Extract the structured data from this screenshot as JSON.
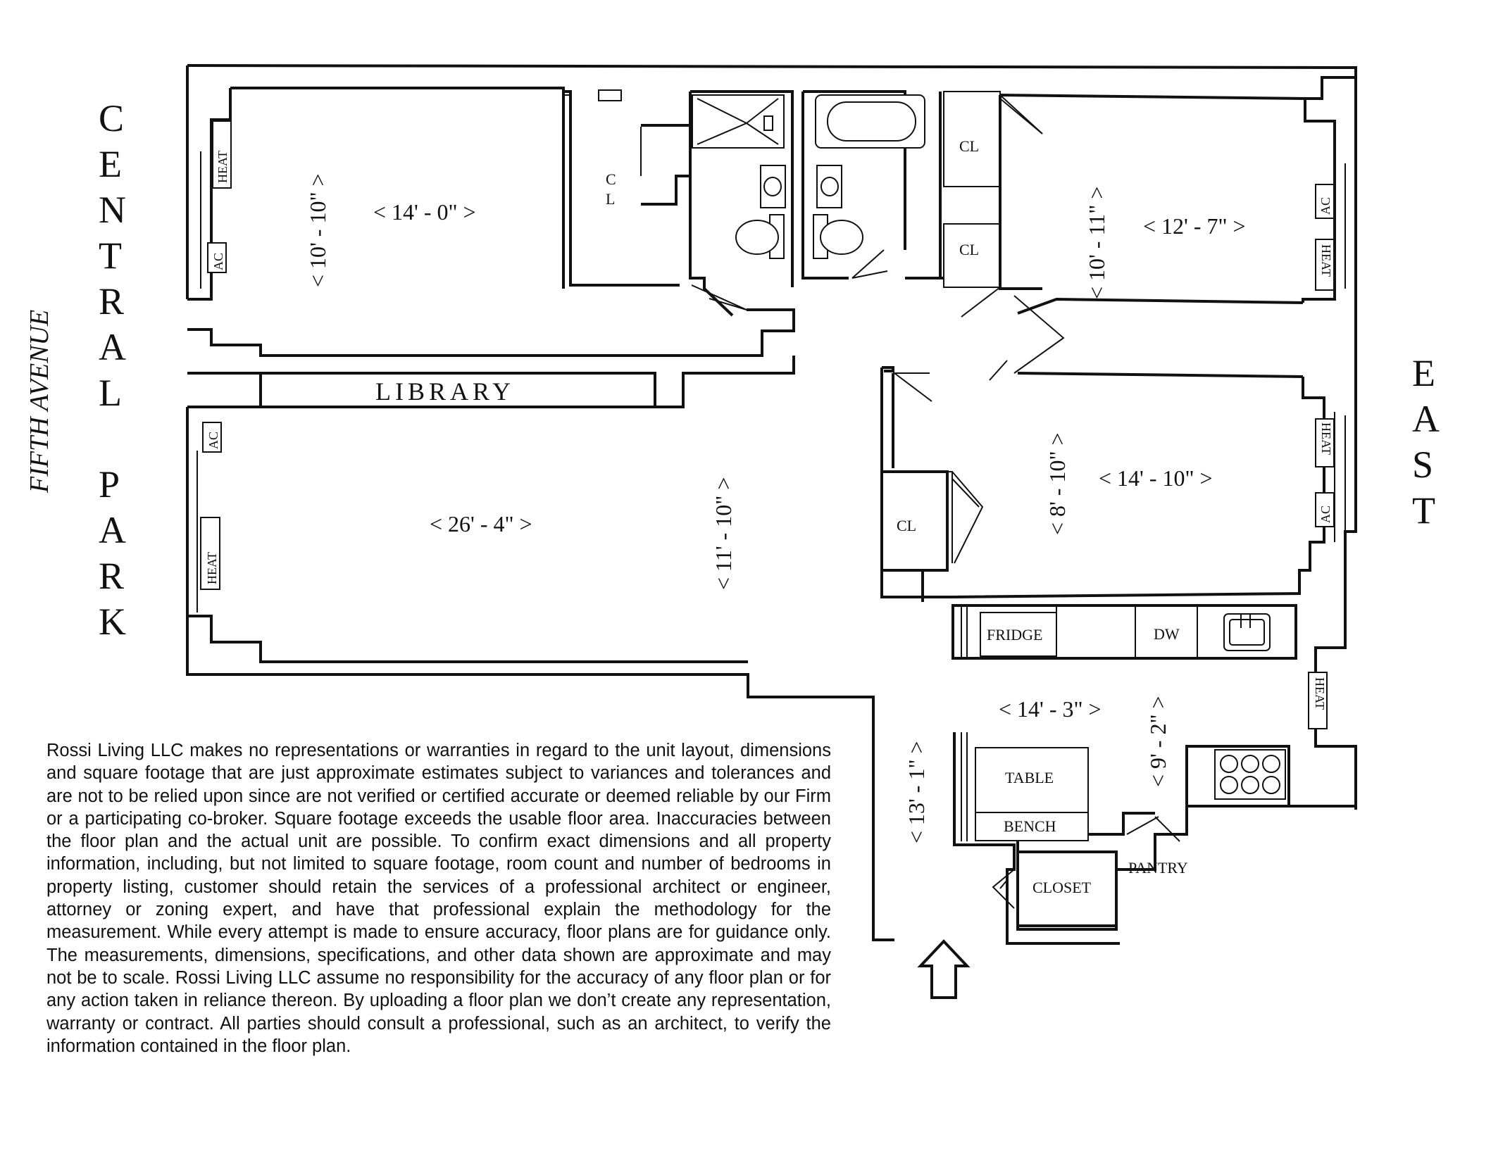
{
  "street": {
    "west_name": "FIFTH AVENUE",
    "west_park": [
      "C",
      "E",
      "N",
      "T",
      "R",
      "A",
      "L"
    ],
    "west_park2": [
      "P",
      "A",
      "R",
      "K"
    ],
    "east": [
      "E",
      "A",
      "S",
      "T"
    ]
  },
  "rooms": {
    "bedroom1_width": "< 14' - 0\" >",
    "bedroom1_depth": "< 10' - 10\" >",
    "bedroom2_width": "< 12' - 7\" >",
    "bedroom2_depth": "< 10' - 11\" >",
    "living_width": "< 26' - 4\" >",
    "living_depth": "< 11' - 10\" >",
    "bedroom3_width": "< 14' - 10\" >",
    "bedroom3_depth": "< 8' - 10\" >",
    "kitchen_width": "< 14' - 3\" >",
    "kitchen_depth": "< 9' - 2\" >",
    "gallery_depth": "< 13' - 1\" >",
    "library": "LIBRARY"
  },
  "labels": {
    "heat": "HEAT",
    "ac": "AC",
    "cl": "CL",
    "cl_c": "C",
    "cl_l": "L",
    "fridge": "FRIDGE",
    "dw": "DW",
    "table": "TABLE",
    "bench": "BENCH",
    "closet": "CLOSET",
    "pantry": "PANTRY"
  },
  "disclaimer": "Rossi Living LLC makes no representations or warranties in regard to the unit layout, dimensions and square footage that are just approximate estimates subject to variances and tolerances and are not to be relied upon since are not verified or certified accurate or deemed reliable by our Firm or a participating co-broker. Square footage exceeds the usable floor area. Inaccuracies between the floor plan and the actual unit are possible. To confirm exact dimensions and all property information, including, but not limited to square footage, room count and number of bedrooms in property listing, customer should retain the services of a professional architect or engineer, attorney or zoning expert, and have that professional explain the methodology for the measurement. While every attempt is made to ensure accuracy, floor plans are for guidance only. The measurements, dimensions, specifications, and other data shown are approximate and may not be to scale. Rossi Living LLC assume no responsibility for the accuracy of any floor plan or for any action taken in reliance thereon. By uploading a floor plan we don’t create any representation, warranty or contract. All parties should consult a professional, such as an architect, to verify the information contained in the floor plan."
}
